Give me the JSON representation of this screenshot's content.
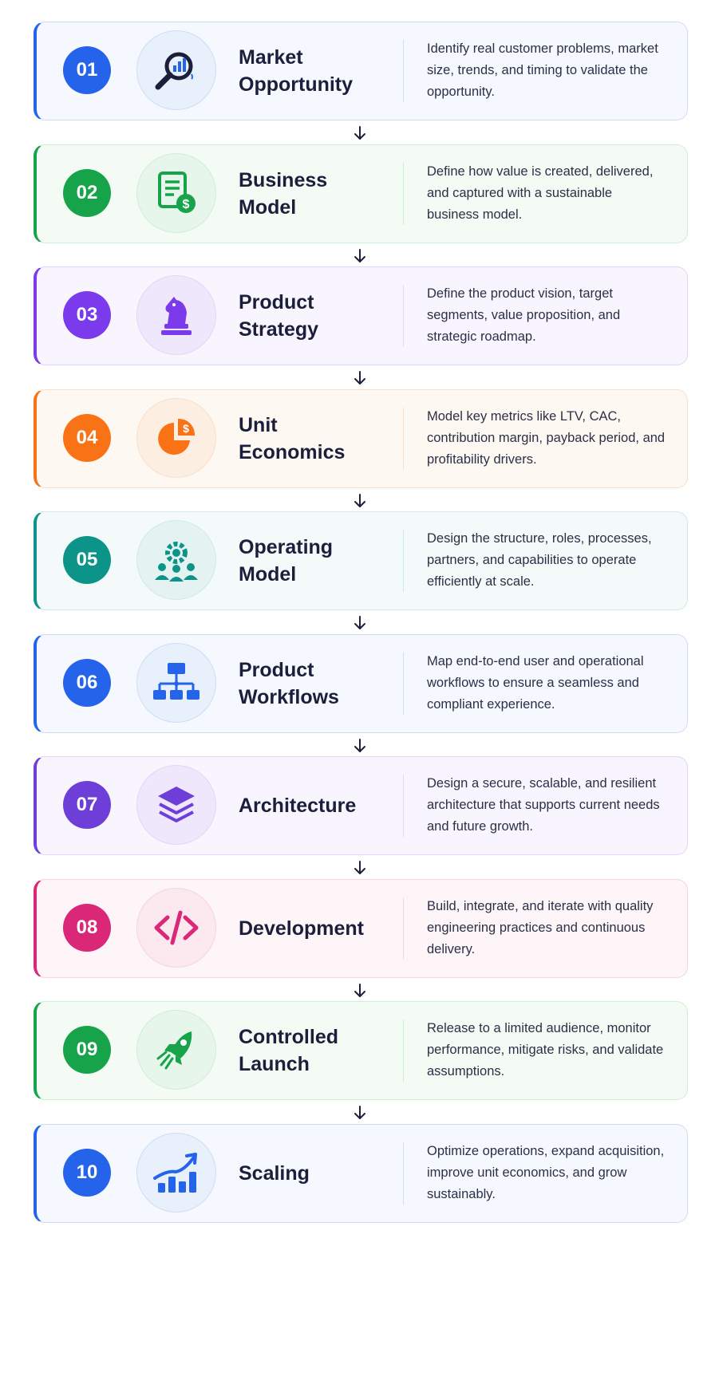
{
  "steps": [
    {
      "number": "01",
      "title": "Market Opportunity",
      "title_lines": [
        "Market",
        "Opportunity"
      ],
      "description": "Identify real customer problems, market size, trends, and timing to validate the opportunity.",
      "icon": "magnifier-chart-icon",
      "color": "#2563eb",
      "bg": "#f5f8fe",
      "border": "#cfdcf6",
      "circle_bg": "#e8f0fc"
    },
    {
      "number": "02",
      "title": "Business Model",
      "title_lines": [
        "Business",
        "Model"
      ],
      "description": "Define how value is created, delivered, and captured with a sustainable business model.",
      "icon": "document-dollar-icon",
      "color": "#16a34a",
      "bg": "#f4fbf5",
      "border": "#cfeed6",
      "circle_bg": "#e6f6ea"
    },
    {
      "number": "03",
      "title": "Product Strategy",
      "title_lines": [
        "Product",
        "Strategy"
      ],
      "description": "Define the product vision, target segments, value proposition, and strategic roadmap.",
      "icon": "chess-knight-icon",
      "color": "#7c3aed",
      "bg": "#f8f5fe",
      "border": "#e0d6f8",
      "circle_bg": "#efe8fc"
    },
    {
      "number": "04",
      "title": "Unit Economics",
      "title_lines": [
        "Unit",
        "Economics"
      ],
      "description": "Model key metrics like LTV, CAC, contribution margin, payback period, and profitability drivers.",
      "icon": "pie-chart-dollar-icon",
      "color": "#f97316",
      "bg": "#fef8f3",
      "border": "#fadfca",
      "circle_bg": "#fdeee2"
    },
    {
      "number": "05",
      "title": "Operating Model",
      "title_lines": [
        "Operating",
        "Model"
      ],
      "description": "Design the structure, roles, processes, partners, and capabilities to operate efficiently at scale.",
      "icon": "gear-people-icon",
      "color": "#0d9488",
      "bg": "#f4fafa",
      "border": "#cde9e7",
      "circle_bg": "#e4f3f2"
    },
    {
      "number": "06",
      "title": "Product Workflows",
      "title_lines": [
        "Product",
        "Workflows"
      ],
      "description": "Map end-to-end user and operational workflows to ensure a seamless and compliant experience.",
      "icon": "workflow-hierarchy-icon",
      "color": "#2563eb",
      "bg": "#f5f8fe",
      "border": "#cfdcf6",
      "circle_bg": "#e8f0fc"
    },
    {
      "number": "07",
      "title": "Architecture",
      "title_lines": [
        "Architecture"
      ],
      "description": "Design a secure, scalable, and resilient architecture that supports current needs and future growth.",
      "icon": "layers-icon",
      "color": "#6d3fd8",
      "bg": "#f8f5fe",
      "border": "#e0d6f8",
      "circle_bg": "#efe8fc"
    },
    {
      "number": "08",
      "title": "Development",
      "title_lines": [
        "Development"
      ],
      "description": "Build, integrate, and iterate with quality engineering practices and continuous delivery.",
      "icon": "code-brackets-icon",
      "color": "#db2777",
      "bg": "#fef5f8",
      "border": "#f7d3e1",
      "circle_bg": "#fce8ef"
    },
    {
      "number": "09",
      "title": "Controlled Launch",
      "title_lines": [
        "Controlled",
        "Launch"
      ],
      "description": "Release to a limited audience, monitor performance, mitigate risks, and validate assumptions.",
      "icon": "rocket-icon",
      "color": "#16a34a",
      "bg": "#f4fbf5",
      "border": "#cfeed6",
      "circle_bg": "#e6f6ea"
    },
    {
      "number": "10",
      "title": "Scaling",
      "title_lines": [
        "Scaling"
      ],
      "description": "Optimize operations, expand acquisition, improve unit economics, and grow sustainably.",
      "icon": "growth-chart-icon",
      "color": "#2563eb",
      "bg": "#f5f8fe",
      "border": "#cfdcf6",
      "circle_bg": "#e8f0fc"
    }
  ]
}
